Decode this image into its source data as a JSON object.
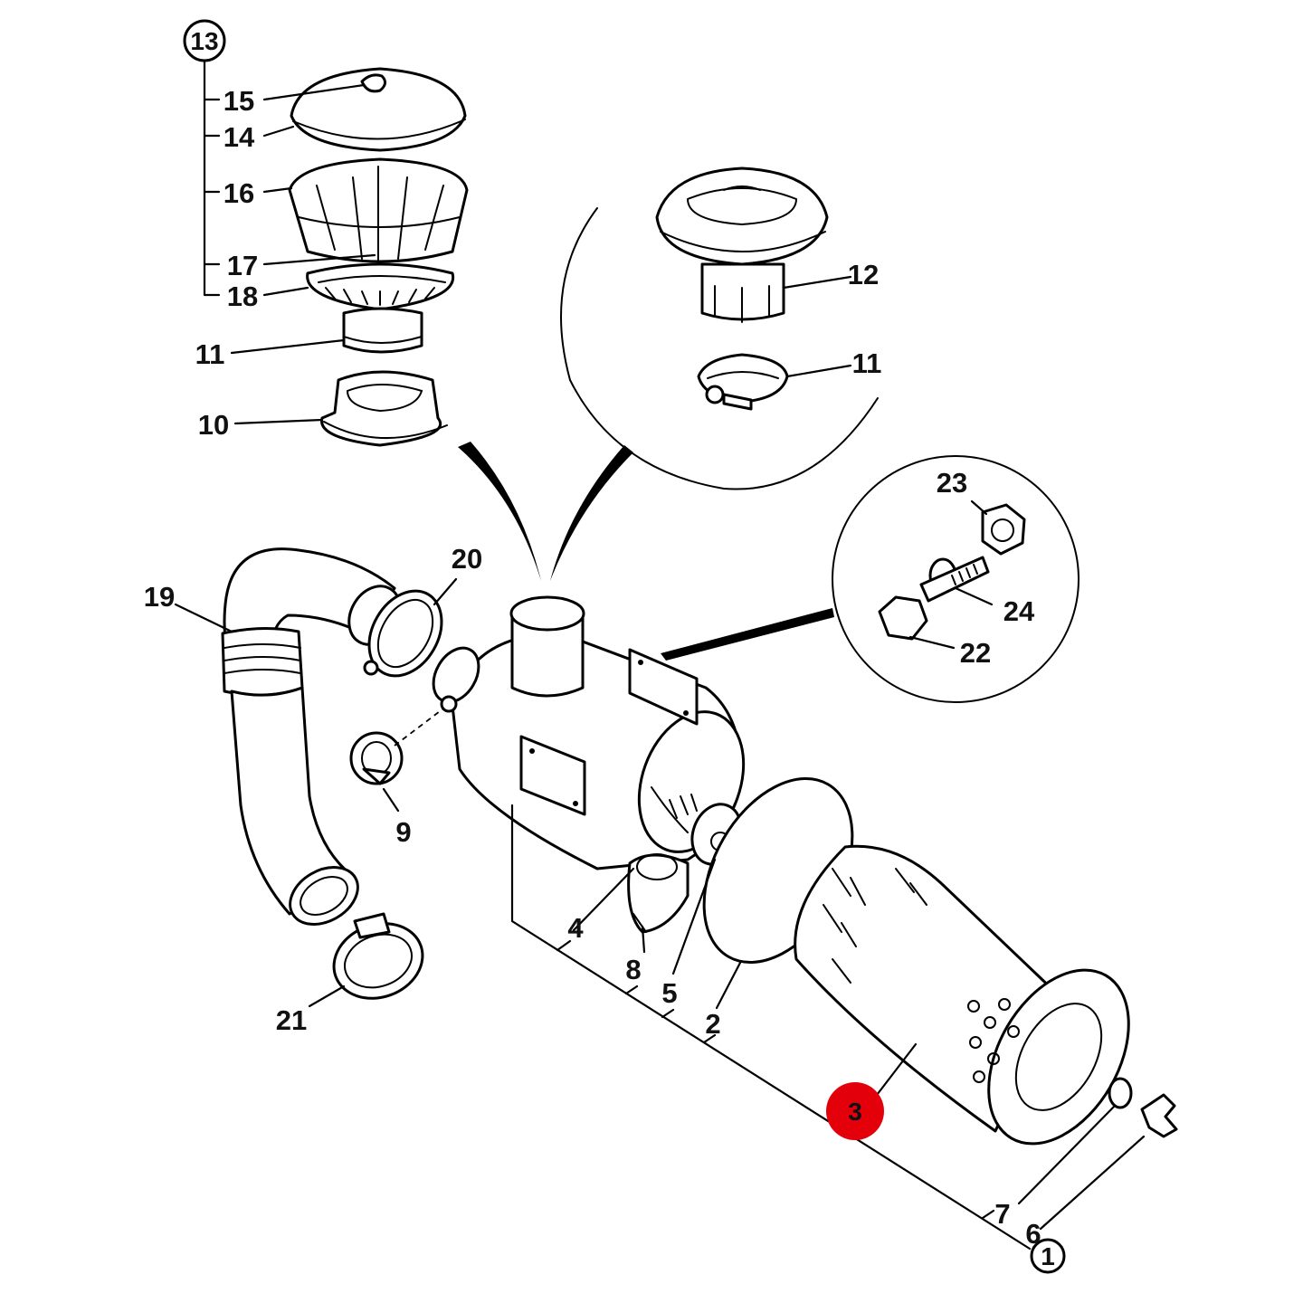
{
  "diagram": {
    "highlight_color": "#e3000b",
    "highlighted_part": "3",
    "callouts": {
      "c1": "1",
      "c2": "2",
      "c3": "3",
      "c4": "4",
      "c5": "5",
      "c6": "6",
      "c7": "7",
      "c8": "8",
      "c9": "9",
      "c10": "10",
      "c11a": "11",
      "c11b": "11",
      "c12": "12",
      "c13": "13",
      "c14": "14",
      "c15": "15",
      "c16": "16",
      "c17": "17",
      "c18": "18",
      "c19": "19",
      "c20": "20",
      "c21": "21",
      "c22": "22",
      "c23": "23",
      "c24": "24"
    }
  }
}
